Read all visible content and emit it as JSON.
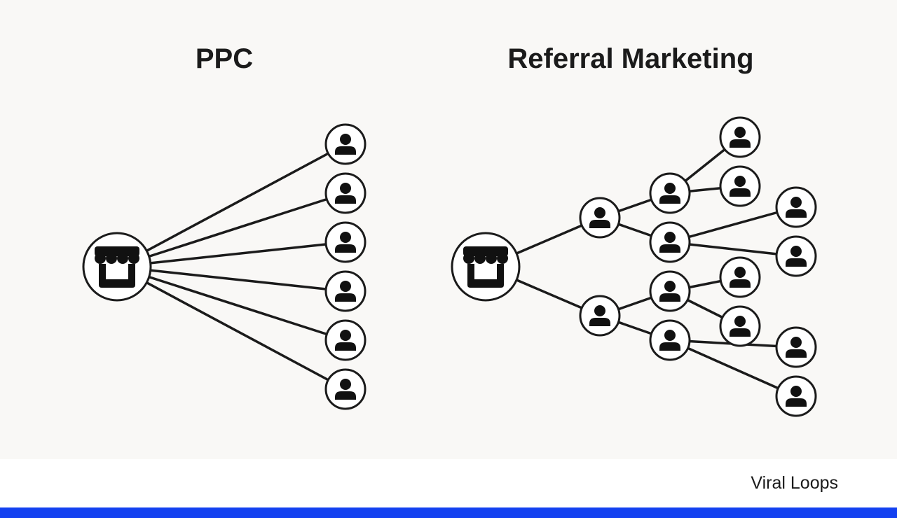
{
  "colors": {
    "panel_bg": "#f9f8f6",
    "stroke": "#1b1b1b",
    "node_fill": "#ffffff",
    "icon": "#111111",
    "footer_bg": "#ffffff",
    "accent_bar": "#1341f0"
  },
  "diagrams": [
    {
      "title": "PPC",
      "source": {
        "icon": "store-icon"
      },
      "nodes": [
        {
          "id": "u1",
          "icon": "person-icon"
        },
        {
          "id": "u2",
          "icon": "person-icon"
        },
        {
          "id": "u3",
          "icon": "person-icon"
        },
        {
          "id": "u4",
          "icon": "person-icon"
        },
        {
          "id": "u5",
          "icon": "person-icon"
        },
        {
          "id": "u6",
          "icon": "person-icon"
        }
      ],
      "edges": [
        [
          "store",
          "u1"
        ],
        [
          "store",
          "u2"
        ],
        [
          "store",
          "u3"
        ],
        [
          "store",
          "u4"
        ],
        [
          "store",
          "u5"
        ],
        [
          "store",
          "u6"
        ]
      ]
    },
    {
      "title": "Referral Marketing",
      "source": {
        "icon": "store-icon"
      },
      "nodes": [
        {
          "id": "a",
          "icon": "person-icon"
        },
        {
          "id": "b",
          "icon": "person-icon"
        },
        {
          "id": "a1",
          "icon": "person-icon"
        },
        {
          "id": "a2",
          "icon": "person-icon"
        },
        {
          "id": "b1",
          "icon": "person-icon"
        },
        {
          "id": "b2",
          "icon": "person-icon"
        },
        {
          "id": "a1x",
          "icon": "person-icon"
        },
        {
          "id": "a1y",
          "icon": "person-icon"
        },
        {
          "id": "a2x",
          "icon": "person-icon"
        },
        {
          "id": "a2y",
          "icon": "person-icon"
        },
        {
          "id": "b1x",
          "icon": "person-icon"
        },
        {
          "id": "b1y",
          "icon": "person-icon"
        },
        {
          "id": "b2x",
          "icon": "person-icon"
        },
        {
          "id": "b2y",
          "icon": "person-icon"
        }
      ],
      "edges": [
        [
          "store",
          "a"
        ],
        [
          "store",
          "b"
        ],
        [
          "a",
          "a1"
        ],
        [
          "a",
          "a2"
        ],
        [
          "b",
          "b1"
        ],
        [
          "b",
          "b2"
        ],
        [
          "a1",
          "a1x"
        ],
        [
          "a1",
          "a1y"
        ],
        [
          "a2",
          "a2x"
        ],
        [
          "a2",
          "a2y"
        ],
        [
          "b1",
          "b1x"
        ],
        [
          "b1",
          "b1y"
        ],
        [
          "b2",
          "b2x"
        ],
        [
          "b2",
          "b2y"
        ]
      ]
    }
  ],
  "footer": {
    "brand": "Viral Loops"
  }
}
